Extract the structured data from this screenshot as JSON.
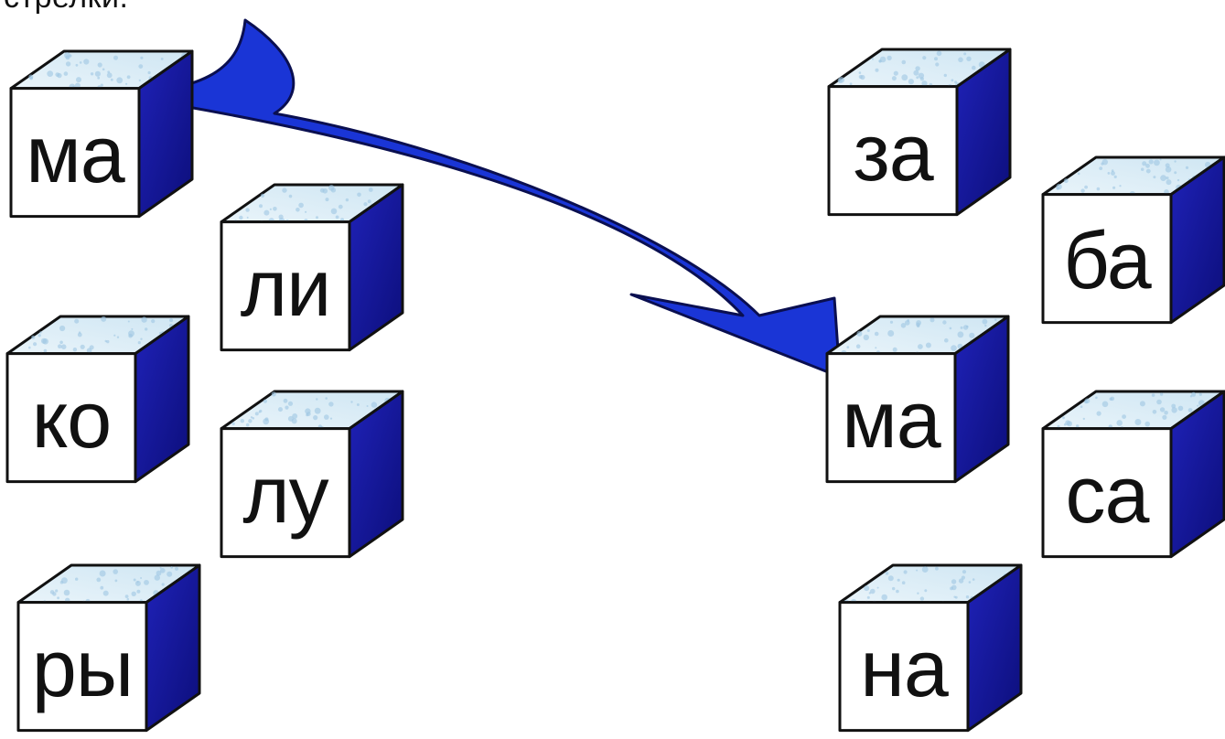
{
  "caption": "стрелки.",
  "colors": {
    "cube_side": "#1f22b8",
    "cube_side_dark": "#0c0e7a",
    "cube_top": "#cfe6f3",
    "cube_top_speckle": "#9fc6e2",
    "cube_front": "#ffffff",
    "outline": "#111111",
    "arrow_fill": "#1a35d6",
    "arrow_outline": "#0a0f50"
  },
  "left_group": {
    "syllables": [
      "ма",
      "ли",
      "ко",
      "лу",
      "ры"
    ]
  },
  "right_group": {
    "syllables": [
      "за",
      "ба",
      "ма",
      "са",
      "на"
    ]
  },
  "arrow": {
    "from": "ма",
    "to": "ма"
  }
}
